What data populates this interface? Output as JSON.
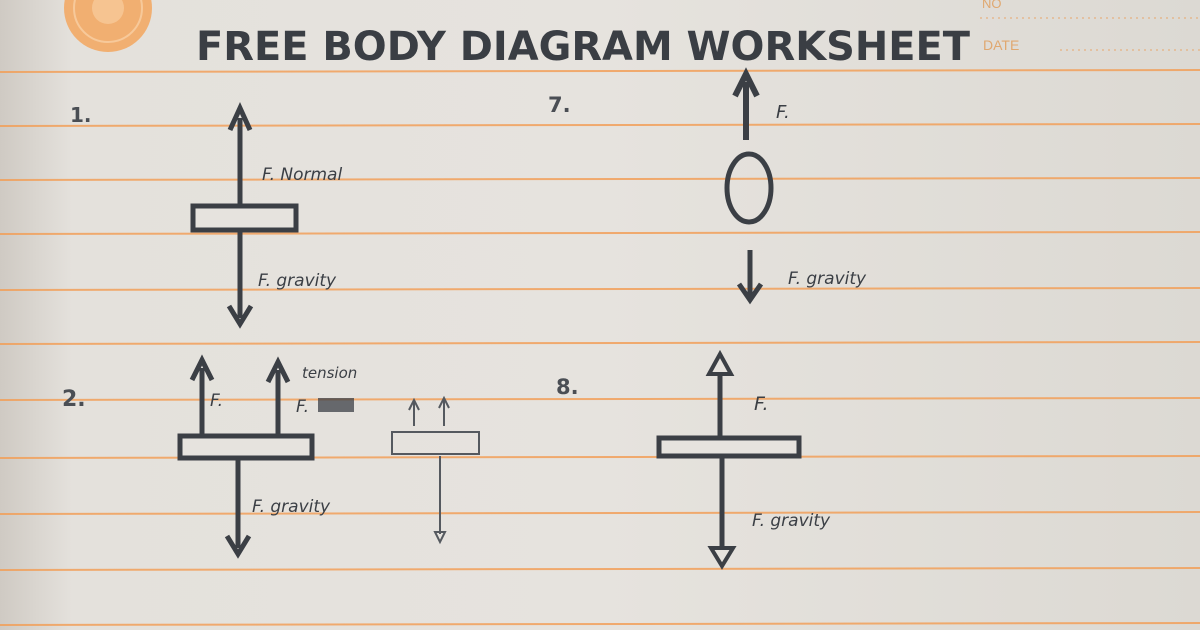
{
  "worksheet": {
    "title": "FREE BODY DIAGRAM WORKSHEET",
    "date_label": "DATE",
    "no_label": "NO",
    "line_color": "#f2a05a",
    "ink_color": "#3b3f45",
    "seal_color": "#f3a65e"
  },
  "problems": [
    {
      "number": "1.",
      "shape": "horizontal plank",
      "labels": {
        "up": "F. Normal",
        "down": "F. gravity"
      }
    },
    {
      "number": "2.",
      "shape": "horizontal plank with two upward arrows",
      "labels": {
        "up_left": "F.",
        "tension": "tension",
        "up_right": "F.",
        "down": "F. gravity"
      }
    },
    {
      "number": "7.",
      "shape": "oval",
      "labels": {
        "up": "F.",
        "down": "F. gravity"
      }
    },
    {
      "number": "8.",
      "shape": "horizontal plank",
      "labels": {
        "up": "F.",
        "down": "F. gravity"
      }
    }
  ]
}
